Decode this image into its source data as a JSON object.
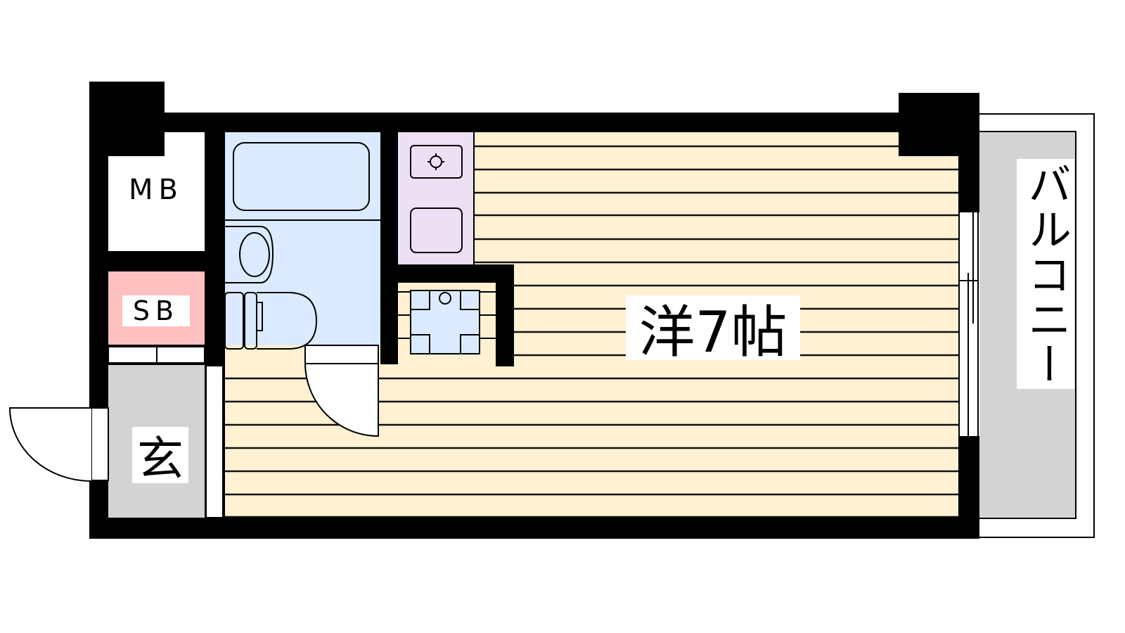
{
  "floorplan": {
    "labels": {
      "meter_box": "MB",
      "shoe_box": "SB",
      "entrance": "玄",
      "room": "洋7帖",
      "balcony": "バルコニー"
    },
    "rooms": [
      {
        "id": "meter_box",
        "label": "MB",
        "fill": "#ffffff"
      },
      {
        "id": "shoe_box",
        "label": "SB",
        "fill": "#ffc0c0"
      },
      {
        "id": "entrance",
        "label": "玄",
        "fill": "#d3d3d3"
      },
      {
        "id": "bathroom",
        "label": "",
        "fill": "#dbeafe"
      },
      {
        "id": "kitchen",
        "label": "",
        "fill": "#ede0f5"
      },
      {
        "id": "laundry_area",
        "label": "",
        "fill": "#dbeafe"
      },
      {
        "id": "western_room",
        "label": "洋7帖",
        "fill": "#fff1d2"
      },
      {
        "id": "balcony",
        "label": "バルコニー",
        "fill": "#d3d3d3"
      }
    ],
    "colors": {
      "wall": "#000000",
      "flooring": "#fff1d2",
      "wet_area": "#dbeafe",
      "kitchen": "#ede0f5",
      "shoe_box": "#ffc0c0",
      "entrance": "#d3d3d3",
      "balcony": "#d3d3d3"
    }
  }
}
